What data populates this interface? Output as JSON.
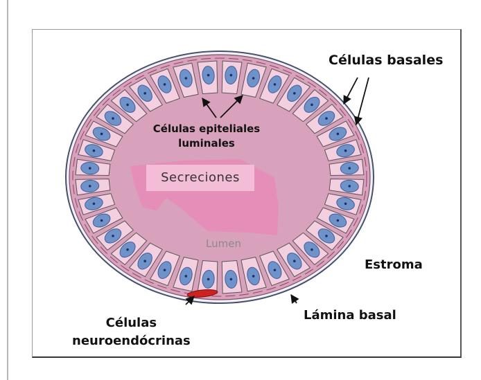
{
  "labels": {
    "basal_cells": "Células basales",
    "luminal_line1": "Células epiteliales",
    "luminal_line2": "luminales",
    "secretions": "Secreciones",
    "lumen": "Lumen",
    "stroma": "Estroma",
    "basal_lamina": "Lámina basal",
    "neuro_line1": "Células",
    "neuro_line2": "neuroendócrinas"
  },
  "colors": {
    "cell_fill": "#f4cfe0",
    "cell_outline": "#555555",
    "nucleus": "#6f93c9",
    "nucleolus": "#1b2f6b",
    "secretion": "#e58fb8",
    "basal_layer": "#d9a2bc",
    "neuroendocrine_cell": "#cc2222"
  },
  "diagram": {
    "luminal_cell_count": 36
  }
}
